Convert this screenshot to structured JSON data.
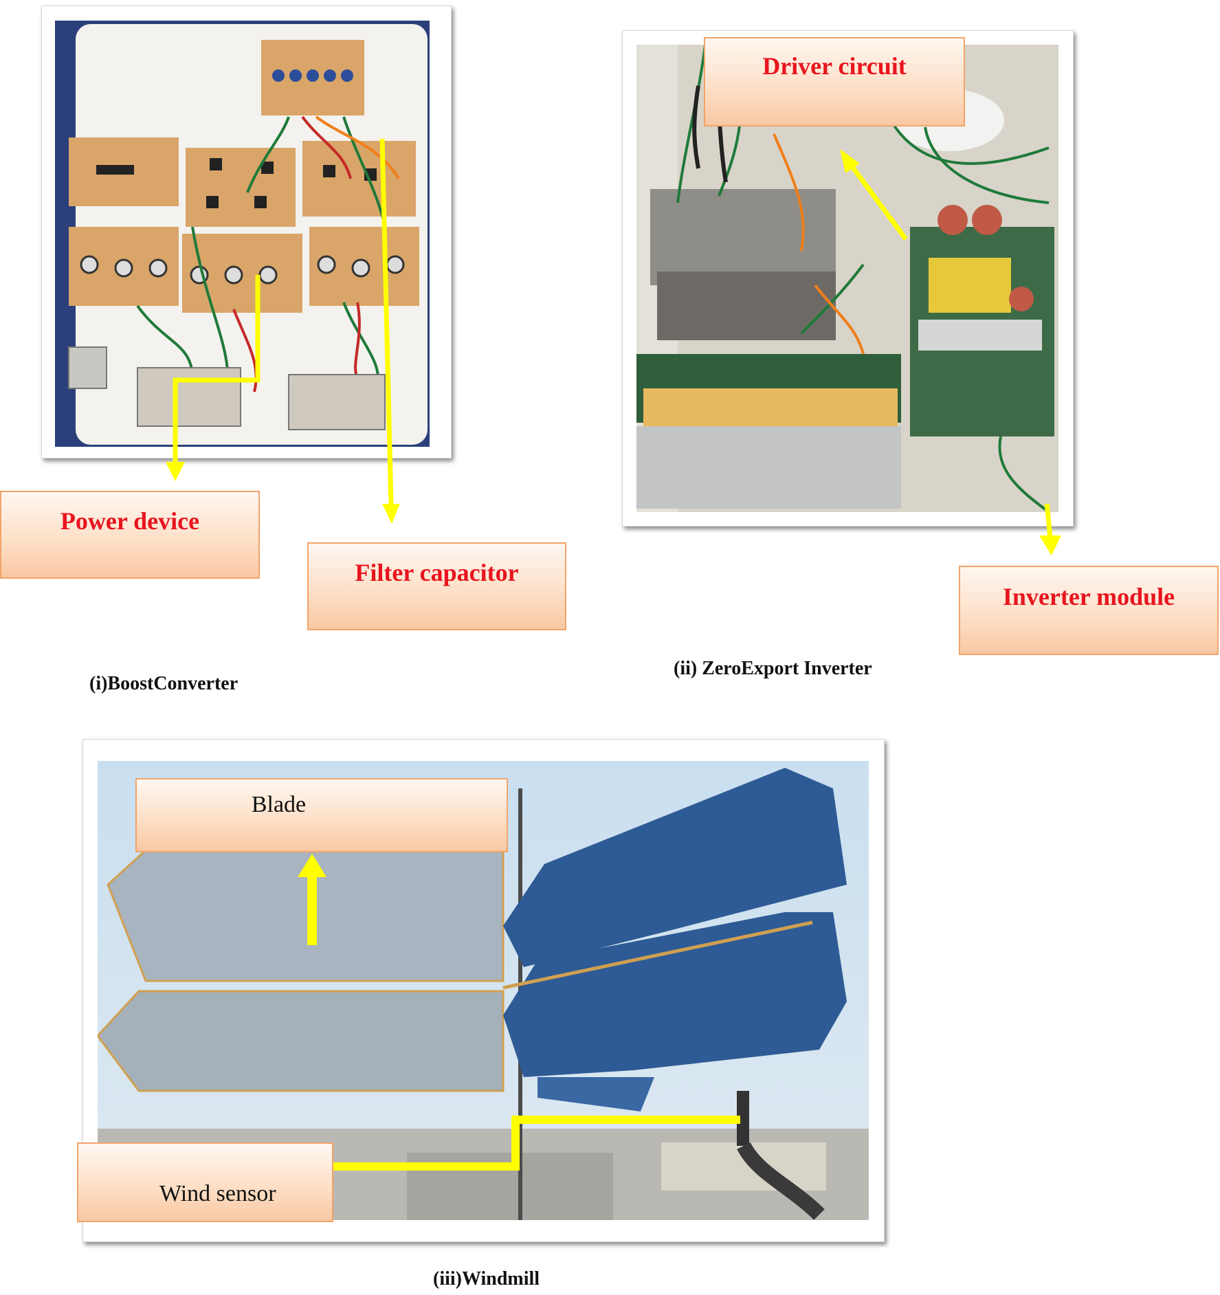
{
  "panels": {
    "boost": {
      "caption": "(i)BoostConverter",
      "callouts": {
        "power_device": "Power device",
        "filter_capacitor": "Filter capacitor"
      }
    },
    "inverter": {
      "caption": "(ii) ZeroExport Inverter",
      "callouts": {
        "driver_circuit": "Driver circuit",
        "inverter_module": "Inverter module"
      }
    },
    "windmill": {
      "caption": "(iii)Windmill",
      "callouts": {
        "blade": "Blade",
        "wind_sensor": "Wind sensor"
      }
    }
  },
  "colors": {
    "arrow": "#ffff00",
    "callout_border": "#f2a46a",
    "callout_text": "#e8141e"
  }
}
